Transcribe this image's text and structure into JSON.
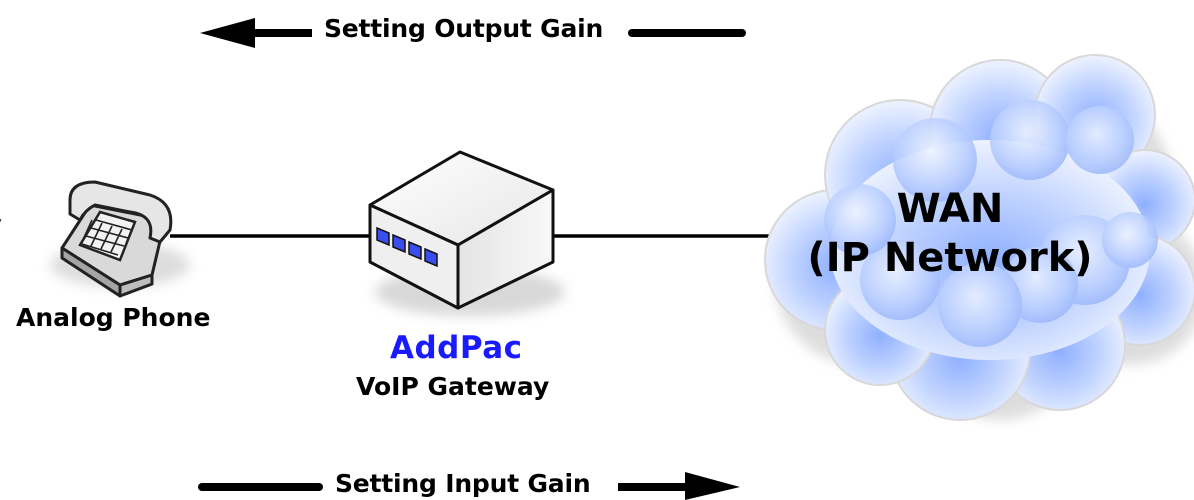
{
  "arrows": {
    "output_label": "Setting Output Gain",
    "input_label": "Setting Input Gain"
  },
  "phone": {
    "label": "Analog Phone",
    "icon": "telephone-icon"
  },
  "gateway": {
    "brand": "AddPac",
    "label": "VoIP Gateway",
    "icon": "gateway-device-icon"
  },
  "wan": {
    "line1": "WAN",
    "line2": "(IP Network)",
    "icon": "cloud-icon"
  },
  "colors": {
    "brand": "#1a1aff",
    "cloud_light": "#eaf1ff",
    "cloud_mid": "#b6ccff",
    "cloud_edge": "#c4c4c4",
    "port_blue": "#3a4ef0"
  }
}
